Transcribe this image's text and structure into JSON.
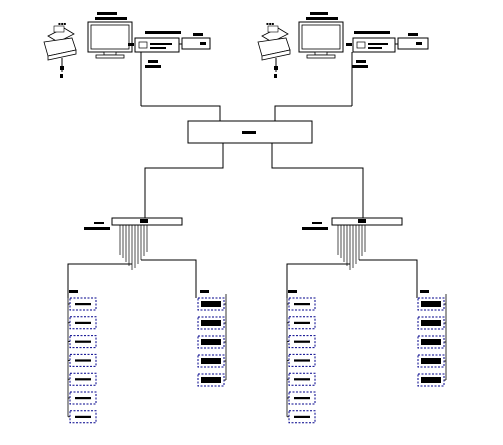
{
  "colors": {
    "line": "#000000",
    "module_border": "#00008b",
    "module_fill": "#ffffff",
    "label_fill": "#000000"
  },
  "left_station": {
    "printer_icon": "printer-icon",
    "monitor_icon": "monitor-icon",
    "controller_icon": "controller-box-icon",
    "dongle_icon": "small-box-icon"
  },
  "right_station": {
    "printer_icon": "printer-icon",
    "monitor_icon": "monitor-icon",
    "controller_icon": "controller-box-icon",
    "dongle_icon": "small-box-icon"
  },
  "switch": {
    "icon": "network-switch-icon"
  },
  "left_rack": {
    "hub_icon": "hub-icon",
    "column_a_module_count": 7,
    "column_b_module_count": 5
  },
  "right_rack": {
    "hub_icon": "hub-icon",
    "column_a_module_count": 7,
    "column_b_module_count": 5
  }
}
